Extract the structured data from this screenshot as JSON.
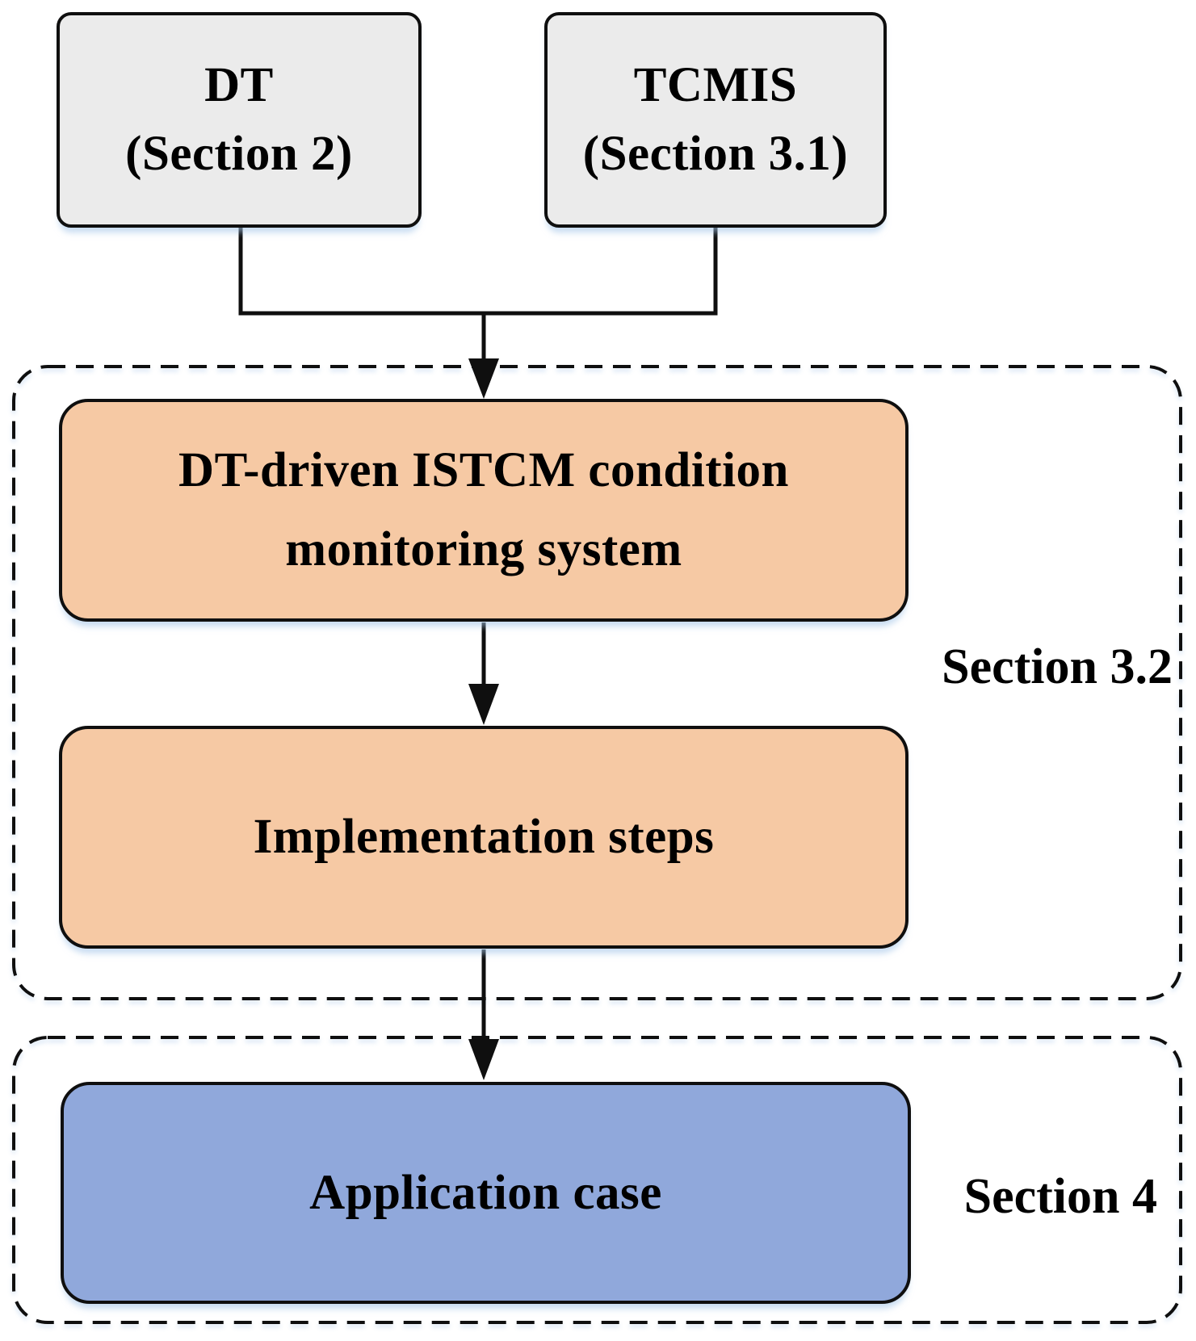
{
  "figure": {
    "type": "flowchart",
    "background": "#ffffff"
  },
  "colors": {
    "node_gray": "#ebebeb",
    "node_orange": "#f6c9a4",
    "node_blue": "#90a8db",
    "border": "#0f0f0f",
    "text": "#000000"
  },
  "nodes": {
    "dt": {
      "line1": "DT",
      "line2": "(Section 2)"
    },
    "tcmis": {
      "line1": "TCMIS",
      "line2": "(Section 3.1)"
    },
    "monitoring": {
      "line1": "DT-driven ISTCM condition",
      "line2": "monitoring system"
    },
    "implementation": {
      "label": "Implementation steps"
    },
    "application": {
      "label": "Application case"
    }
  },
  "section_labels": {
    "section32": "Section 3.2",
    "section4": "Section 4"
  },
  "containers": [
    {
      "label": "Section 3.2",
      "contains": [
        "monitoring",
        "implementation"
      ]
    },
    {
      "label": "Section 4",
      "contains": [
        "application"
      ]
    }
  ],
  "edges": [
    {
      "from": "dt",
      "to": "monitoring"
    },
    {
      "from": "tcmis",
      "to": "monitoring"
    },
    {
      "from": "monitoring",
      "to": "implementation"
    },
    {
      "from": "implementation",
      "to": "application"
    }
  ]
}
